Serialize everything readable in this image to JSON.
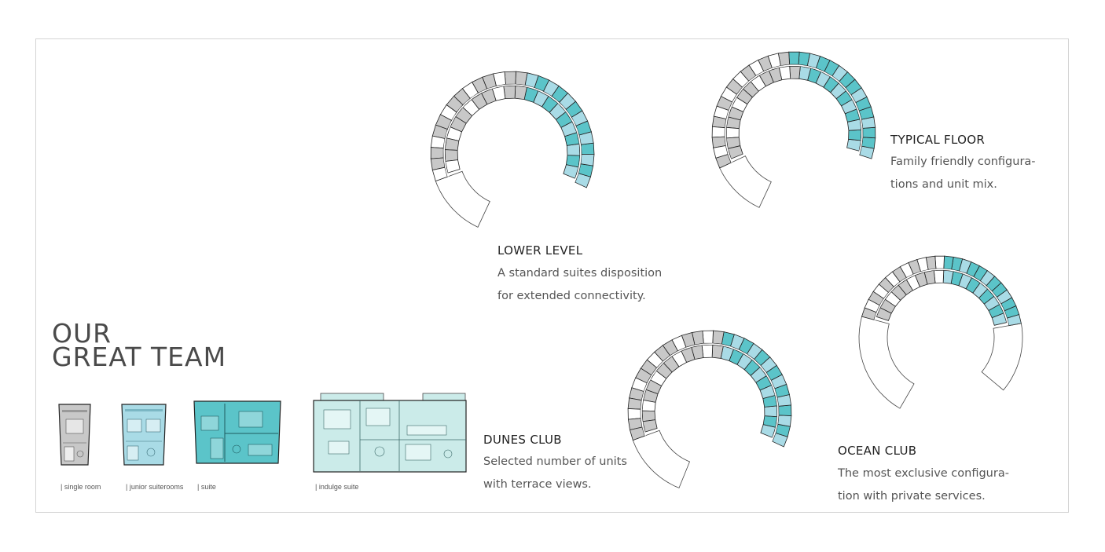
{
  "title": {
    "line1": "OUR",
    "line2": "GREAT TEAM"
  },
  "floors": [
    {
      "heading": "LOWER LEVEL",
      "lines": [
        "A standard suites disposition",
        "for extended connectivity."
      ]
    },
    {
      "heading": "TYPICAL FLOOR",
      "lines": [
        "Family friendly configura-",
        "tions and unit mix."
      ]
    },
    {
      "heading": "DUNES CLUB",
      "lines": [
        "Selected number of units",
        "with terrace views."
      ]
    },
    {
      "heading": "OCEAN CLUB",
      "lines": [
        "The most exclusive configura-",
        "tion with private services."
      ]
    }
  ],
  "unit_types": [
    {
      "label": "| single room"
    },
    {
      "label": "| junior suiterooms"
    },
    {
      "label": "| suite"
    },
    {
      "label": "| indulge suite"
    }
  ],
  "colors": {
    "teal": "#5bc4c9",
    "light_blue": "#a9dbe6",
    "pale_teal": "#cbebe9",
    "grey": "#c8c8c8",
    "line": "#222222"
  }
}
